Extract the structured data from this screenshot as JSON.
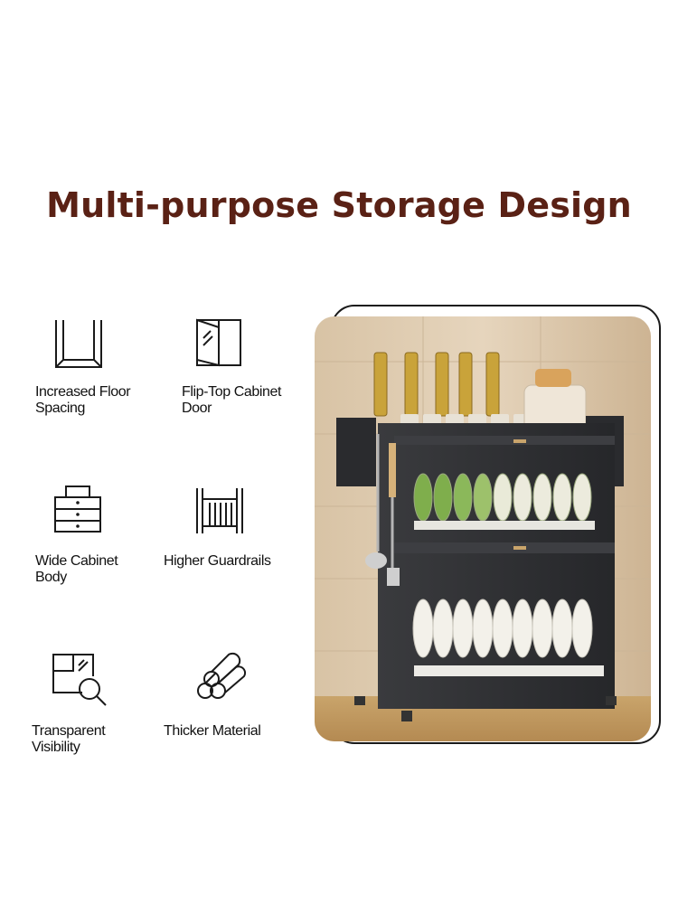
{
  "title": "Multi-purpose Storage Design",
  "features": [
    {
      "label": "Increased Floor\nSpacing",
      "icon": "floor-spacing-icon"
    },
    {
      "label": "Flip-Top Cabinet\nDoor",
      "icon": "flip-door-icon"
    },
    {
      "label": "Wide Cabinet\nBody",
      "icon": "drawer-cabinet-icon"
    },
    {
      "label": "Higher Guardrails",
      "icon": "guardrail-icon"
    },
    {
      "label": "Transparent\nVisibility",
      "icon": "magnifier-window-icon"
    },
    {
      "label": "Thicker Material",
      "icon": "pipes-icon"
    }
  ],
  "colors": {
    "title": "#5a2115",
    "icon": "#1a1a1a"
  }
}
